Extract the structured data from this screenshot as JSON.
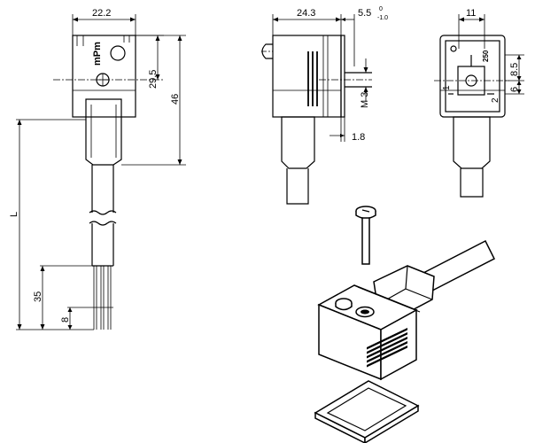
{
  "front_view": {
    "width_label": "22.2",
    "height_label": "29.5",
    "total_height_label": "46",
    "length_label": "L",
    "strip_label": "35",
    "tip_label": "8",
    "logo_text": "mPm"
  },
  "side_view": {
    "width_label": "24.3",
    "offset_label": "5.5",
    "offset_tol_upper": "0",
    "offset_tol_lower": "-1.0",
    "thread_label": "M 3",
    "thickness_label": "1.8"
  },
  "pin_view": {
    "width_label": "11",
    "pitch_label": "8.5",
    "half_label": "6",
    "rating_text": "250",
    "pin_1": "1",
    "pin_2": "2"
  },
  "colors": {
    "line": "#000000",
    "background": "#ffffff"
  }
}
